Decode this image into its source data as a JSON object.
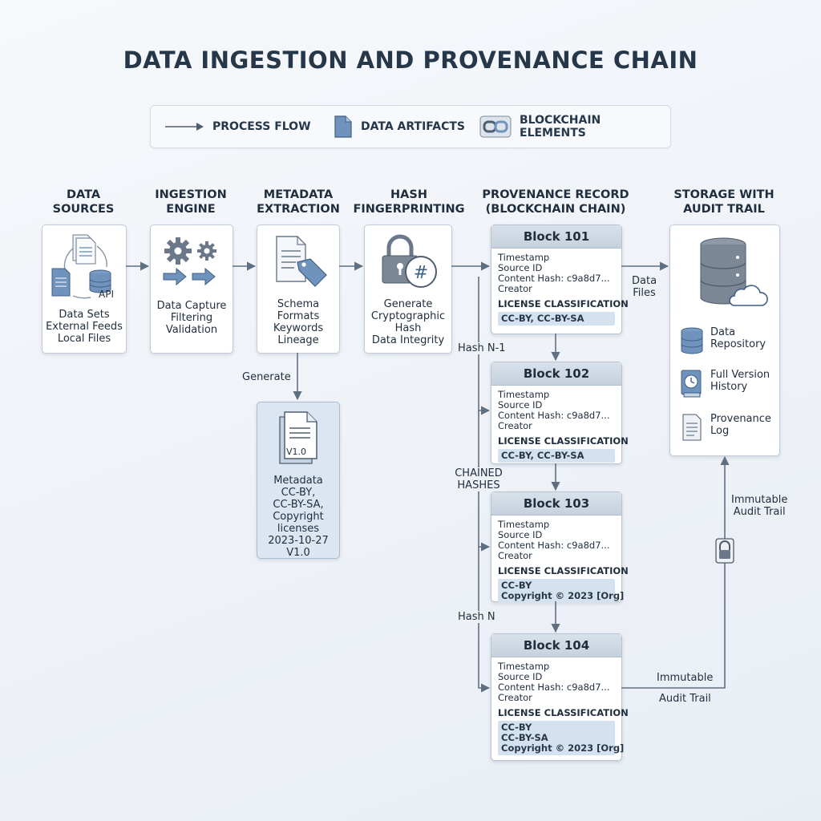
{
  "title": "DATA INGESTION AND PROVENANCE CHAIN",
  "legend": {
    "process_flow": "PROCESS FLOW",
    "data_artifacts": "DATA ARTIFACTS",
    "blockchain_elements": "BLOCKCHAIN ELEMENTS"
  },
  "columns": {
    "sources": {
      "head1": "DATA",
      "head2": "SOURCES",
      "api": "API",
      "lines": [
        "Data Sets",
        "External Feeds",
        "Local Files"
      ]
    },
    "ingestion": {
      "head1": "INGESTION",
      "head2": "ENGINE",
      "lines": [
        "Data Capture",
        "Filtering",
        "Validation"
      ]
    },
    "metadata": {
      "head1": "METADATA",
      "head2": "EXTRACTION",
      "lines": [
        "Schema",
        "Formats",
        "Keywords",
        "Lineage"
      ]
    },
    "hash": {
      "head1": "HASH",
      "head2": "FINGERPRINTING",
      "lines": [
        "Generate",
        "Cryptographic",
        "Hash",
        "Data Integrity"
      ]
    },
    "provenance": {
      "head1": "PROVENANCE RECORD",
      "head2": "(BLOCKCHAIN CHAIN)"
    },
    "storage": {
      "head1": "STORAGE WITH",
      "head2": "AUDIT TRAIL"
    }
  },
  "metadata_artifact": {
    "generate_label": "Generate",
    "version_badge": "V1.0",
    "lines": [
      "Metadata",
      "CC-BY,",
      "CC-BY-SA,",
      "Copyright",
      "licenses",
      "2023-10-27",
      "V1.0"
    ]
  },
  "blocks": [
    {
      "title": "Block 101",
      "fields": [
        "Timestamp",
        "Source ID",
        "Content Hash: c9a8d7...",
        "Creator"
      ],
      "license_title": "LICENSE CLASSIFICATION",
      "licenses": [
        "CC-BY, CC-BY-SA"
      ]
    },
    {
      "title": "Block 102",
      "fields": [
        "Timestamp",
        "Source ID",
        "Content Hash: c9a8d7...",
        "Creator"
      ],
      "license_title": "LICENSE CLASSIFICATION",
      "licenses": [
        "CC-BY, CC-BY-SA"
      ]
    },
    {
      "title": "Block 103",
      "fields": [
        "Timestamp",
        "Source ID",
        "Content Hash: c9a8d7...",
        "Creator"
      ],
      "license_title": "LICENSE CLASSIFICATION",
      "licenses": [
        "CC-BY",
        "Copyright © 2023 [Org]"
      ]
    },
    {
      "title": "Block 104",
      "fields": [
        "Timestamp",
        "Source ID",
        "Content Hash: c9a8d7...",
        "Creator"
      ],
      "license_title": "LICENSE CLASSIFICATION",
      "licenses": [
        "CC-BY",
        "CC-BY-SA",
        "Copyright © 2023 [Org]"
      ]
    }
  ],
  "chain_labels": {
    "hash_n_minus_1": "Hash N-1",
    "chained_1": "CHAINED",
    "chained_2": "HASHES",
    "hash_n": "Hash N"
  },
  "storage": {
    "data_files_1": "Data",
    "data_files_2": "Files",
    "items": [
      "Data\nRepository",
      "Full Version\nHistory",
      "Provenance\nLog"
    ]
  },
  "audit": {
    "upper_1": "Immutable",
    "upper_2": "Audit Trail",
    "lower_1": "Immutable",
    "lower_2": "Audit Trail"
  },
  "colors": {
    "accent_blue": "#6f93bd",
    "icon_gray": "#8a95a3",
    "block_header": "#c6d1dd",
    "license_fill": "#d4e2f0",
    "arrow": "#5f6f82"
  }
}
